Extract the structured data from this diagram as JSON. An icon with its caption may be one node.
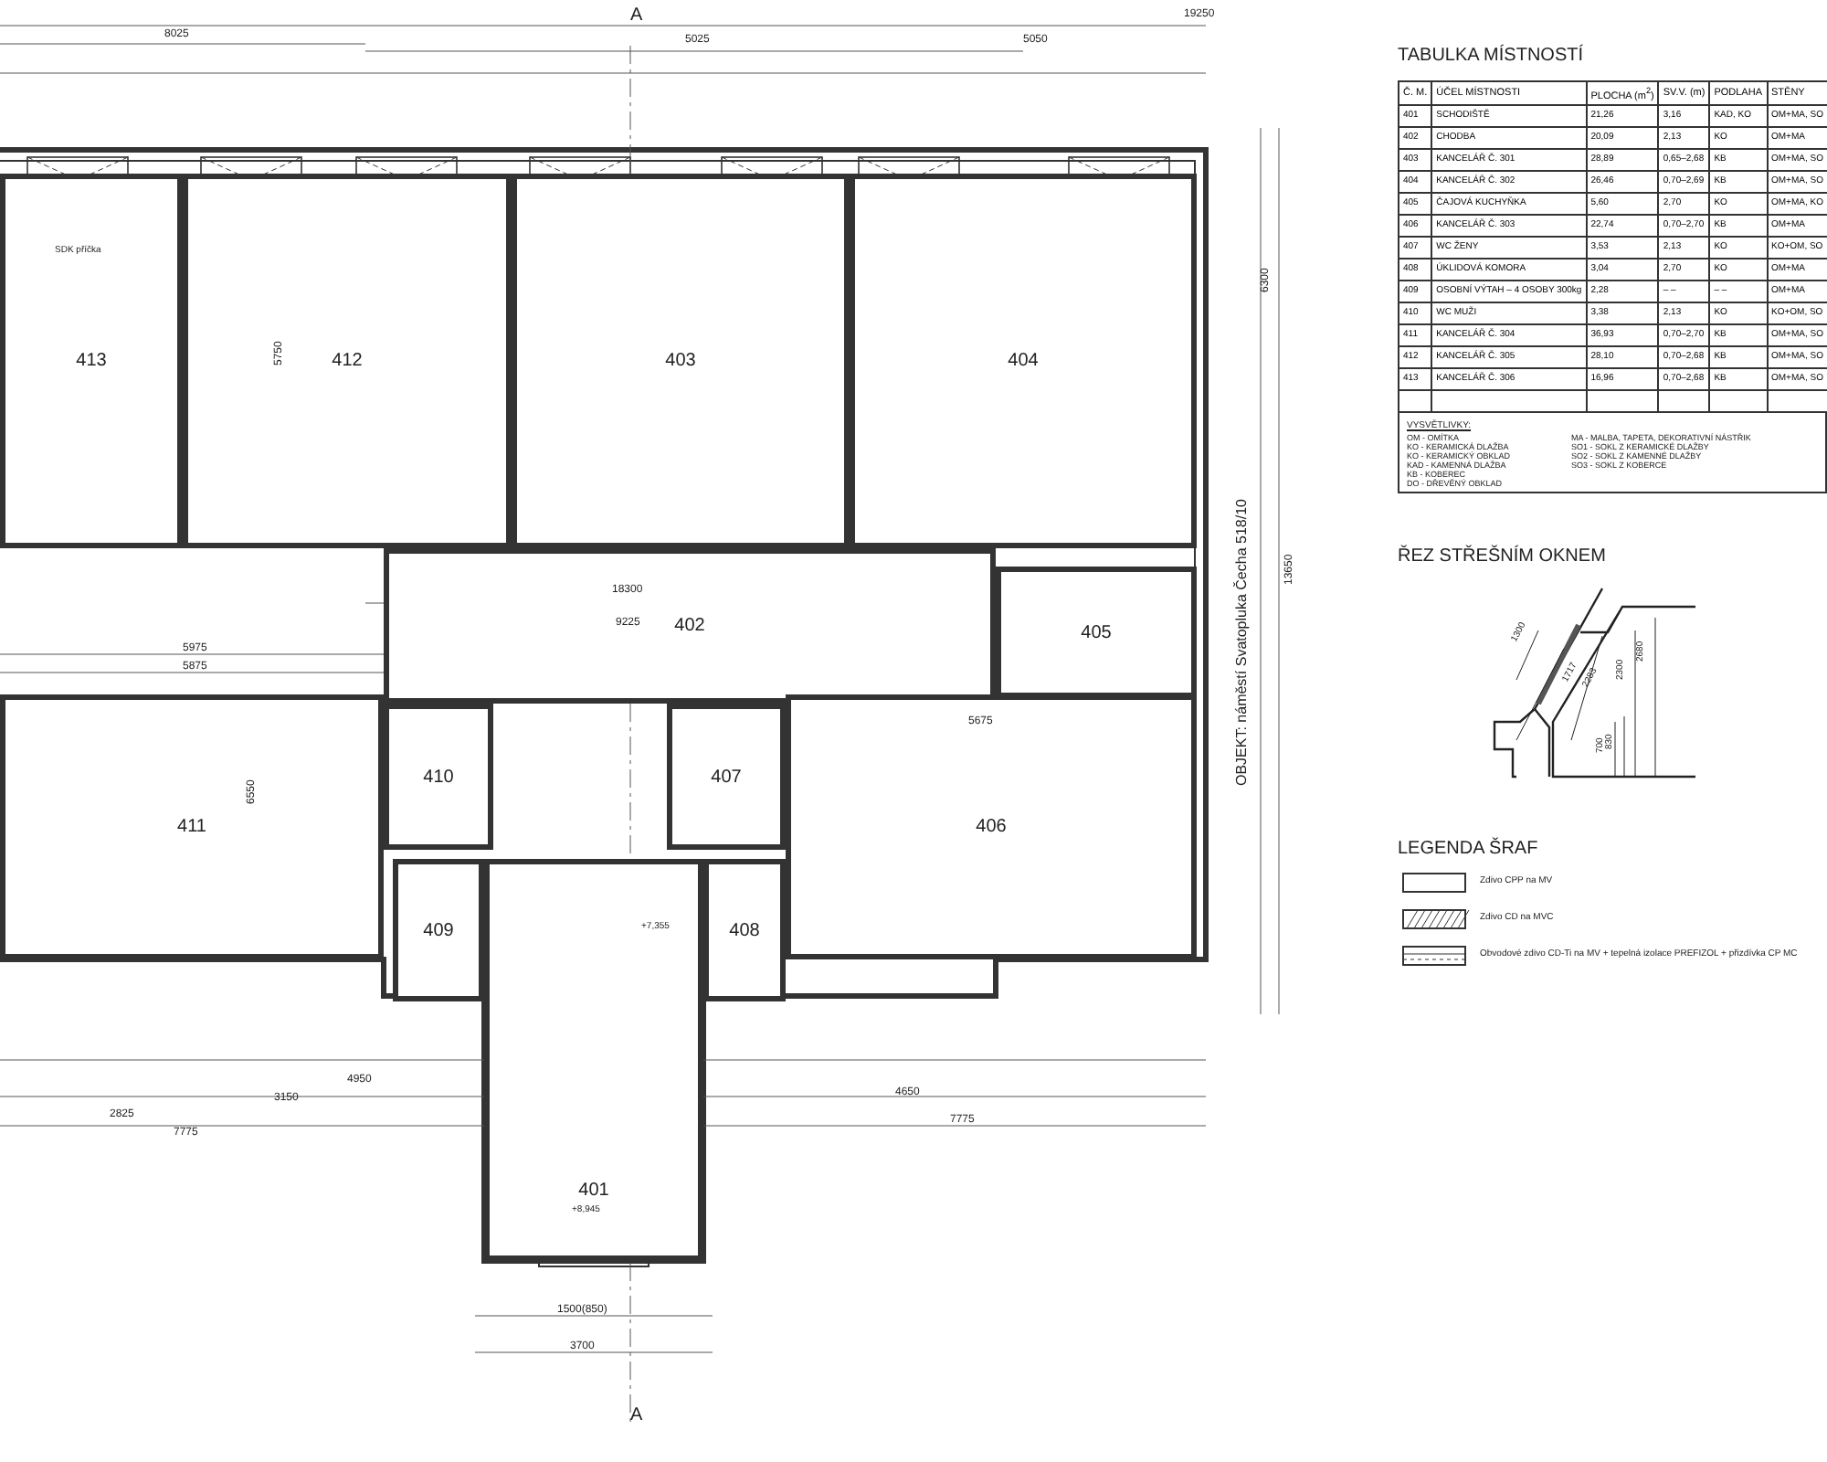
{
  "diagram": {
    "nodes": [
      {
        "text": [
          "401"
        ]
      },
      {
        "text": [
          "402"
        ]
      },
      {
        "text": [
          "403"
        ]
      },
      {
        "text": [
          "404"
        ]
      },
      {
        "text": [
          "405"
        ]
      },
      {
        "text": [
          "406"
        ]
      },
      {
        "text": [
          "407"
        ]
      },
      {
        "text": [
          "408"
        ]
      },
      {
        "text": [
          "409"
        ]
      },
      {
        "text": [
          "410"
        ]
      },
      {
        "text": [
          "411"
        ]
      },
      {
        "text": [
          "412"
        ]
      },
      {
        "text": [
          "413"
        ]
      }
    ],
    "edges": [],
    "labels": [
      "A",
      "19250",
      "8025",
      "5025",
      "5050",
      "TABULKA MÍSTNOSTÍ",
      "Č. M.",
      "ÚČEL MÍSTNOSTI",
      "PLOCHA (m$^{2}$)",
      "SV.V. (m)",
      "PODLAHA",
      "STĚNY",
      "401",
      "SCHODIŠTĚ",
      "21,26",
      "3,16",
      "KAD, KO",
      "OM+MA, SO",
      "402",
      "CHODBA",
      "20,09",
      "2,13",
      "KO",
      "OM+MA",
      "403",
      "KANCELÁŘ Č. 301",
      "28,89",
      "0,65–2,68",
      "KB",
      "OM+MA, SO",
      "404",
      "KANCELÁŘ Č. 302",
      "26,46",
      "0,70–2,69",
      "KB",
      "OM+MA, SO",
      "405",
      "ČAJOVÁ KUCHYŇKA",
      "5,60",
      "2,70",
      "KO",
      "OM+MA, KO",
      "406",
      "KANCELÁŘ Č. 303",
      "22,74",
      "0,70–2,70",
      "KB",
      "OM+MA",
      "407",
      "WC ŽENY",
      "3,53",
      "2,13",
      "KO",
      "KO+OM, SO",
      "408",
      "ÚKLIDOVÁ KOMORA",
      "3,04",
      "2,70",
      "KO",
      "OM+MA",
      "409",
      "OSOBNÍ VÝTAH – 4 OSOBY 300kg",
      "2,28",
      "– –",
      "– –",
      "OM+MA",
      "410",
      "WC MUŽI",
      "3,38",
      "2,13",
      "KO",
      "KO+OM, SO",
      "411",
      "KANCELÁŘ Č. 304",
      "36,93",
      "0,70–2,70",
      "KB",
      "OM+MA, SO",
      "412",
      "KANCELÁŘ Č. 305",
      "28,10",
      "0,70–2,68",
      "KB",
      "OM+MA, SO",
      "413",
      "KANCELÁŘ Č. 306",
      "16,96",
      "0,70–2,68",
      "KB",
      "OM+MA, SO",
      "VYSVĚTLIVKY:",
      "OM - OMÍTKA",
      "KO - KERAMICKÁ DLAŽBA",
      "KO - KERAMICKÝ OBKLAD",
      "KAD - KAMENNÁ DLAŽBA",
      "KB - KOBEREC",
      "DO - DŘEVĚNÝ OBKLAD",
      "MA - MALBA, TAPETA, DEKORATIVNÍ NÁSTŘIK",
      "SO1 - SOKL Z KERAMICKÉ DLAŽBY",
      "SO2 - SOKL Z KAMENNÉ DLAŽBY",
      "SO3 - SOKL Z KOBERCE",
      "SDK příčka",
      "18300",
      "9225",
      "5975",
      "5875",
      "5675",
      "6550",
      "5750",
      "OBJEKT: náměstí Svatopluka Čecha 518/10",
      "6300",
      "13650",
      "ŘEZ STŘEŠNÍM OKNEM",
      "1300",
      "1717",
      "2283",
      "2300",
      "2680",
      "700",
      "830",
      "LEGENDA ŠRAF",
      "+7,355",
      "7775",
      "4950",
      "3150",
      "2825",
      "7775",
      "4650",
      "+8,945",
      "1500(850)",
      "3700",
      "A"
    ],
    "legend": [
      {
        "text": "Zdivo CPP na MV"
      },
      {
        "text": "Zdivo CD na MVC"
      },
      {
        "text": "Obvodové zdivo CD-Ti na MV + tepelná izolace PREFIZOL + přizdívka CP MC"
      }
    ]
  }
}
